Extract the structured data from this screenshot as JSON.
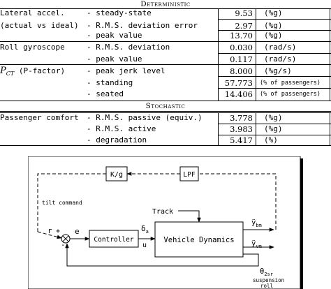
{
  "sections": {
    "deterministic": "Deterministic",
    "stochastic": "Stochastic"
  },
  "rows": [
    {
      "left": "Lateral accel.",
      "desc": "- steady-state",
      "value": "9.53",
      "unit": "(%g)"
    },
    {
      "left": "(actual vs ideal)",
      "desc": "- R.M.S. deviation error",
      "value": "2.97",
      "unit": "(%g)"
    },
    {
      "left": "",
      "desc": "- peak value",
      "value": "13.70",
      "unit": "(%g)"
    },
    {
      "left": "Roll gyroscope",
      "desc": "- R.M.S. deviation",
      "value": "0.030",
      "unit": "(rad/s)"
    },
    {
      "left": "",
      "desc": "- peak value",
      "value": "0.117",
      "unit": "(rad/s)"
    },
    {
      "left": "(P-factor)",
      "left_math": "P",
      "left_sub": "CT",
      "desc": "- peak jerk level",
      "value": "8.000",
      "unit": "(%g/s)"
    },
    {
      "left": "",
      "desc": "- standing",
      "value": "57.773",
      "unit": "(% of passengers)"
    },
    {
      "left": "",
      "desc": "- seated",
      "value": "14.406",
      "unit": "(% of passengers)"
    },
    {
      "left": "Passenger comfort",
      "desc": "- R.M.S. passive (equiv.)",
      "value": "3.778",
      "unit": "(%g)"
    },
    {
      "left": "",
      "desc": "- R.M.S. active",
      "value": "3.983",
      "unit": "(%g)"
    },
    {
      "left": "",
      "desc": "- degradation",
      "value": "5.417",
      "unit": "(%)"
    }
  ],
  "diagram": {
    "kg": "K/g",
    "lpf": "LPF",
    "tilt_command": "tilt command",
    "track": "Track",
    "controller": "Controller",
    "vehicle_dynamics": "Vehicle Dynamics",
    "r": "r",
    "plus": "+",
    "minus": "-",
    "e": "e",
    "delta": "δ",
    "delta_sub": "a",
    "u": "u",
    "ybm": "ÿ",
    "ybm_sub": "bm",
    "yvm": "ÿ",
    "yvm_sub": "vm",
    "theta": "θ",
    "theta_sub": "2sr",
    "suspension": "suspension",
    "roll": "roll"
  }
}
